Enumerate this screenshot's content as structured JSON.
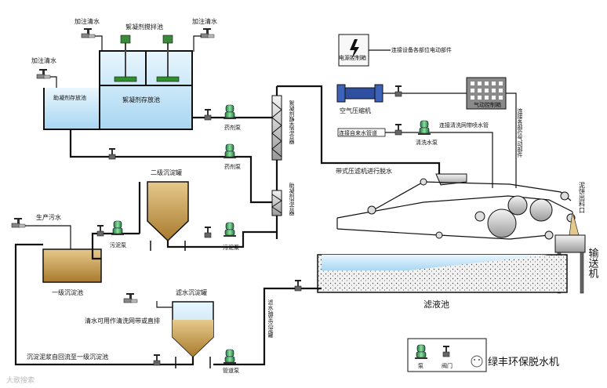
{
  "labels": {
    "flocculant_mixing_tank": "絮凝剂搅拌池",
    "flocculant_storage_tank": "絮凝剂存放池",
    "coagulant_storage_tank": "助凝剂存放池",
    "add_water_1": "加注清水",
    "add_water_2": "加注清水",
    "add_water_3": "加注清水",
    "power_box": "电源控制箱",
    "power_note": "连接设备各部位电动部件",
    "air_compressor": "空气压缩机",
    "pneumatic_box": "气动控制箱",
    "pneumatic_note": "连接各部位气动部件",
    "tap_water": "连接自来水管道",
    "wash_pump": "清洗水泵",
    "wash_pipe_note": "连接清洗网带喷水管",
    "dosing_pump_1": "药剂泵",
    "dosing_pump_2": "药剂泵",
    "floc_mixer": "絮凝剂静态混合器",
    "coag_mixer": "助凝剂混合器",
    "belt_press": "带式压滤机进行脱水",
    "cake_outlet": "泥饼出料口",
    "conveyor": "输送机",
    "secondary_tank": "二级沉淀罐",
    "sludge_pump_1": "污泥泵",
    "sludge_pump_2": "污泥泵",
    "raw_water": "生产污水",
    "primary_tank": "一级沉淀池",
    "filtrate_pool": "滤液池",
    "filtrate_note": "滤水抽至沉淀罐",
    "filtrate_tank": "滤水沉淀罐",
    "clean_water_note": "清水可用作清洗网带或直排",
    "return_note": "沉淀泥浆自回流至一级沉淀池",
    "sump_pump": "管道泵",
    "legend_pump": "泵",
    "legend_valve": "阀门",
    "brand": "绿丰环保脱水机",
    "watermark": "大歌搜索"
  },
  "colors": {
    "water": "#cfe8f8",
    "sludge": "#c8a055",
    "pump_green": "#2f9e4a",
    "filter_gravel": "#e8e8e8"
  }
}
